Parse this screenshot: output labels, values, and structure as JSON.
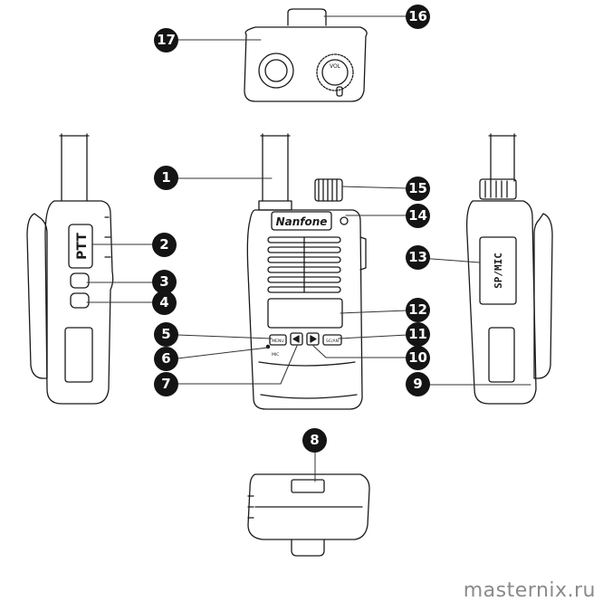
{
  "diagram": {
    "brand_label": "Nanfone",
    "ptt_label": "PTT",
    "port_label": "SP/MIC",
    "menu_key_label": "MENU",
    "scan_key_label": "SC/AN",
    "mic_label": "MIC",
    "vol_label": "VOL",
    "callouts": [
      "1",
      "2",
      "3",
      "4",
      "5",
      "6",
      "7",
      "8",
      "9",
      "10",
      "11",
      "12",
      "13",
      "14",
      "15",
      "16",
      "17"
    ],
    "watermark": "masternix.ru"
  }
}
